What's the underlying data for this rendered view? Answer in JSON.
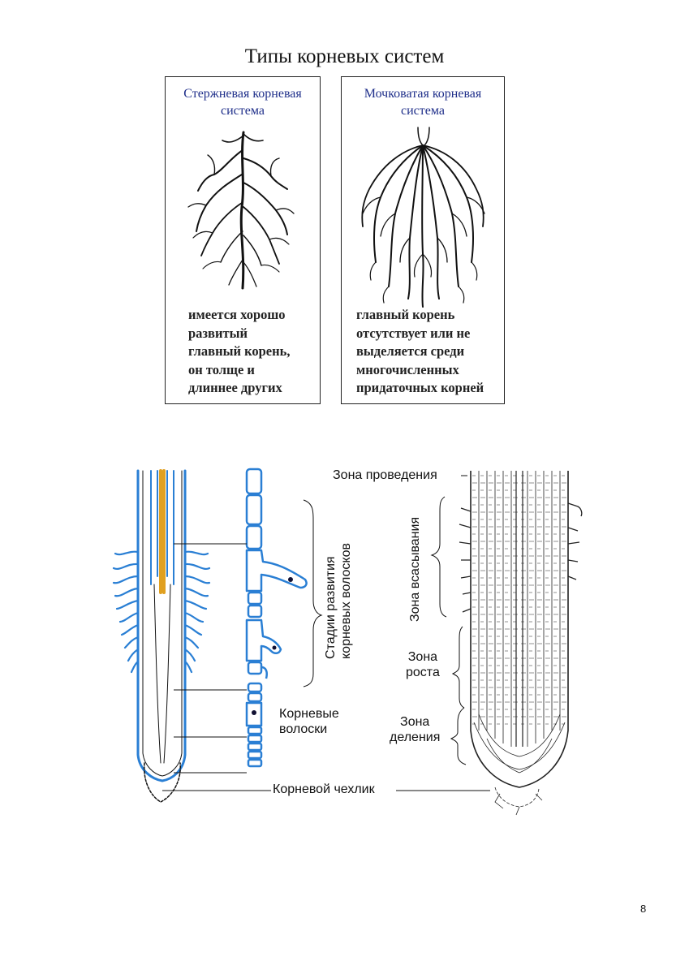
{
  "page": {
    "title": "Типы корневых систем",
    "page_number": "8"
  },
  "panels": [
    {
      "title_line1": "Стержневая корневая",
      "title_line2": "система",
      "desc": [
        "имеется хорошо",
        "развитый",
        "главный корень,",
        "он толще и",
        "длиннее других"
      ]
    },
    {
      "title_line1": "Мочковатая корневая",
      "title_line2": "система",
      "desc": [
        "главный корень",
        "отсутствует или не",
        "выделяется среди",
        "многочисленных",
        "придаточных корней"
      ]
    }
  ],
  "root_diagram": {
    "stages_label_line1": "Стадии развития",
    "stages_label_line2": "корневых волосков",
    "root_hairs_line1": "Корневые",
    "root_hairs_line2": "волоски",
    "root_cap": "Корневой чехлик",
    "zone_conduction": "Зона проведения",
    "zone_absorption": "Зона всасывания",
    "zone_growth_line1": "Зона",
    "zone_growth_line2": "роста",
    "zone_division_line1": "Зона",
    "zone_division_line2": "деления"
  }
}
